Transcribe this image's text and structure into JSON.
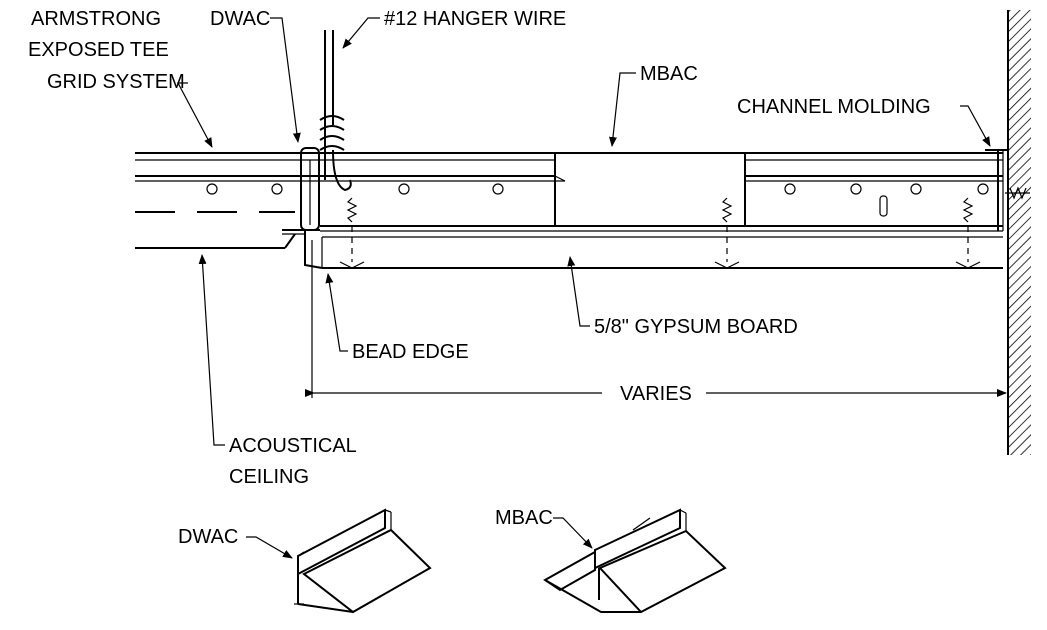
{
  "labels": {
    "grid_line1": "ARMSTRONG",
    "grid_line2": "EXPOSED TEE",
    "grid_line3": "GRID SYSTEM",
    "dwac": "DWAC",
    "hanger_wire": "#12 HANGER WIRE",
    "mbac": "MBAC",
    "channel_molding": "CHANNEL MOLDING",
    "gypsum_board": "5/8\" GYPSUM BOARD",
    "bead_edge": "BEAD EDGE",
    "varies": "VARIES",
    "acoustical_line1": "ACOUSTICAL",
    "acoustical_line2": "CEILING",
    "detail_dwac": "DWAC",
    "detail_mbac": "MBAC"
  }
}
